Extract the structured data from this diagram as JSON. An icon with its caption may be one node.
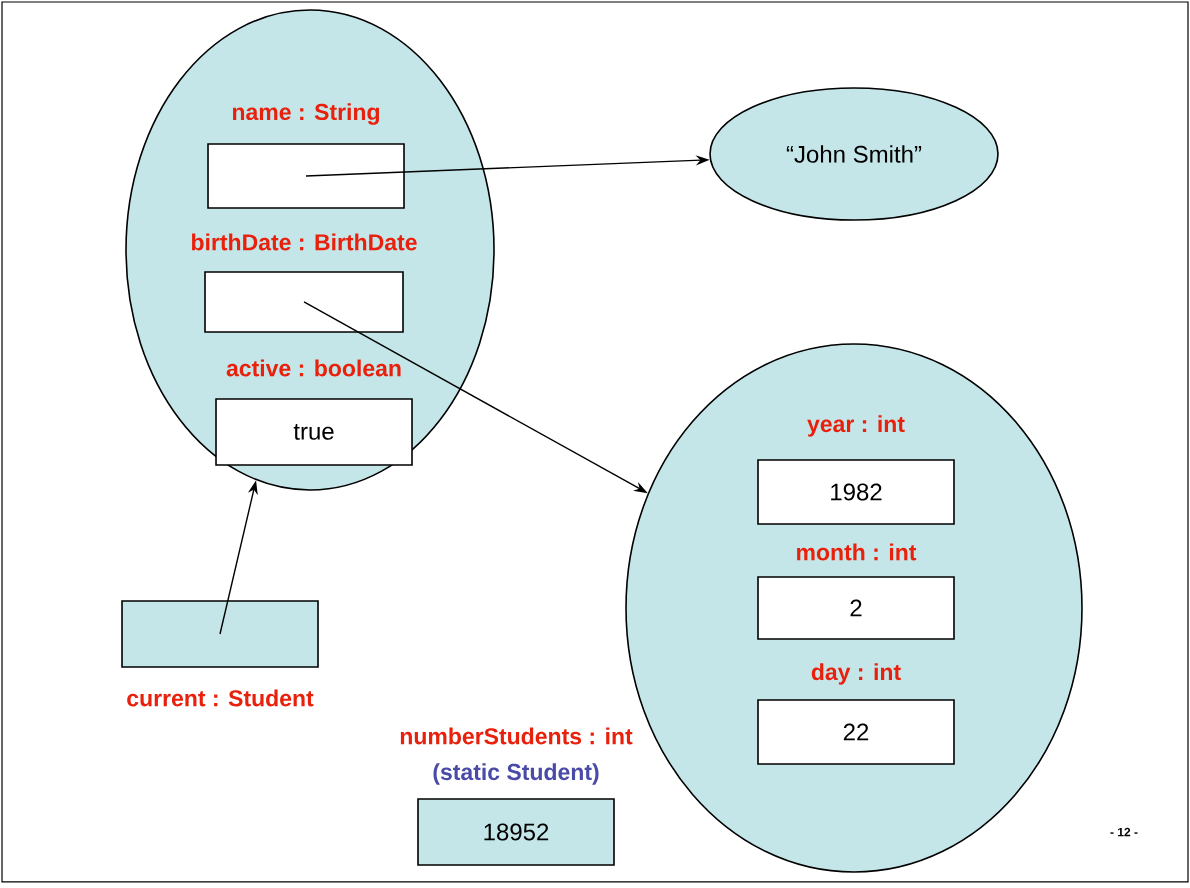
{
  "diagram": {
    "nodes": [
      {
        "text": [],
        "shape": "ellipse"
      },
      {
        "text": [
          "name : String"
        ],
        "in": 0
      },
      {
        "text": [
          "birthDate : BirthDate"
        ],
        "in": 0
      },
      {
        "text": [
          "active : boolean",
          "true"
        ],
        "in": 0
      },
      {
        "text": [
          "“John Smith”"
        ]
      },
      {
        "text": [],
        "shape": "ellipse"
      },
      {
        "text": [
          "year : int",
          "1982"
        ],
        "in": 5
      },
      {
        "text": [
          "month : int",
          "2"
        ],
        "in": 5
      },
      {
        "text": [
          "day : int",
          "22"
        ],
        "in": 5
      },
      {
        "text": [
          "current : Student"
        ]
      },
      {
        "text": [
          "numberStudents : int",
          "(static Student)",
          "18952"
        ]
      }
    ],
    "edges": [
      {
        "from": 1,
        "to": 4,
        "arrow": "to"
      },
      {
        "from": 2,
        "to": 5,
        "arrow": "to"
      },
      {
        "from": 9,
        "to": 0,
        "arrow": "to"
      }
    ],
    "labels": [
      "- 12 -"
    ]
  }
}
